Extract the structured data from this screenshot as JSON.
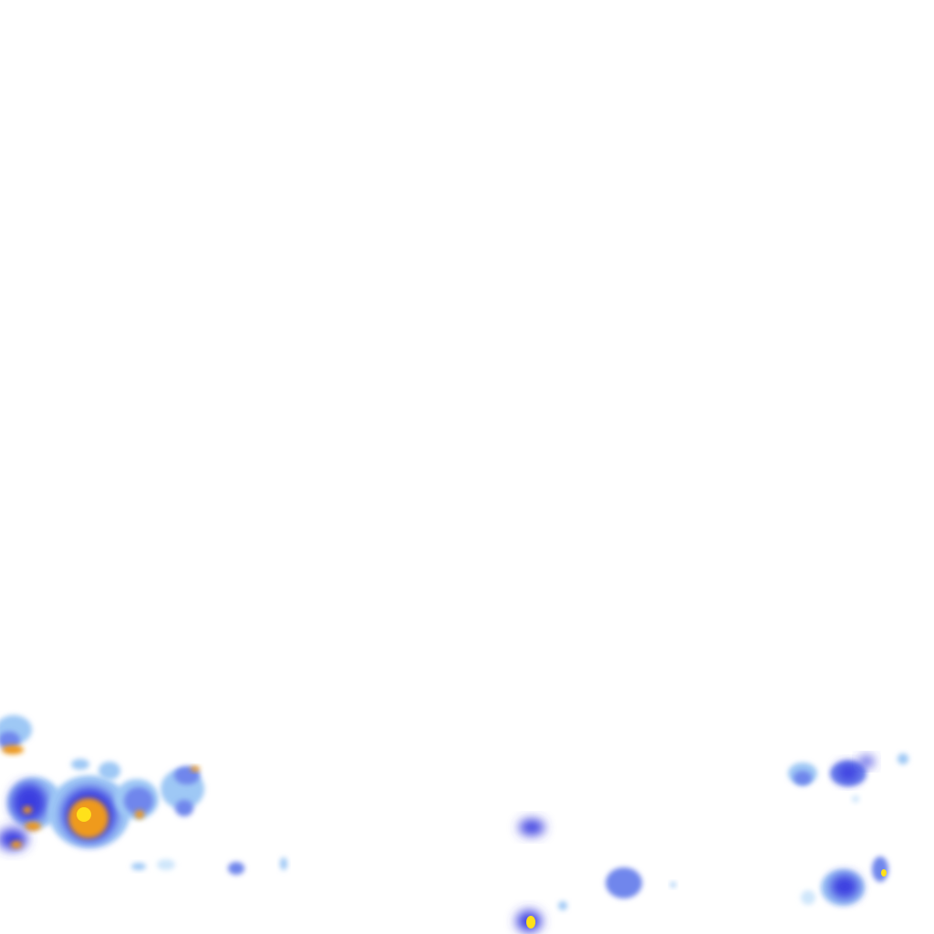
{
  "map": {
    "type": "precipitation-radar-overlay",
    "background": "#ffffff",
    "palette": {
      "very_light": "#cfe6fb",
      "light": "#9ec8f5",
      "moderate": "#6f86ec",
      "heavy": "#3b3ee0",
      "intense": "#ef9a1e",
      "core": "#ffe11a"
    },
    "intensity_scale": [
      "very_light",
      "light",
      "moderate",
      "heavy",
      "intense",
      "core"
    ]
  }
}
